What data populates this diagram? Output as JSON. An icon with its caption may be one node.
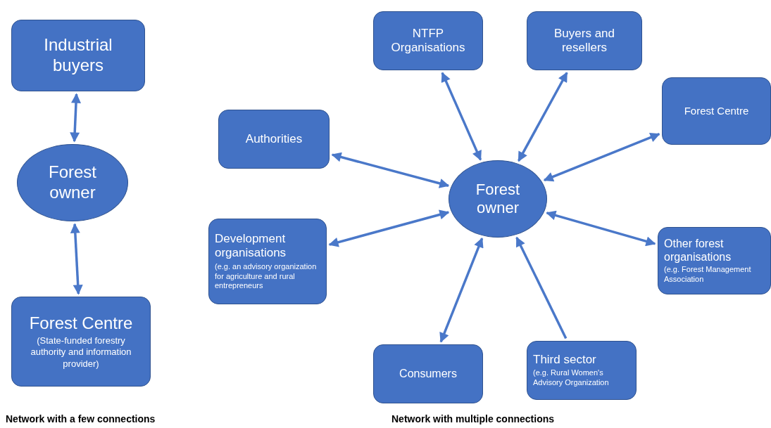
{
  "diagram": {
    "nodes": [
      {
        "text": [
          "Industrial buyers"
        ]
      },
      {
        "text": [
          "Forest owner"
        ]
      },
      {
        "text": [
          "Forest Centre",
          "(State-funded forestry authority and information provider)"
        ]
      },
      {
        "text": [
          "NTFP Organisations"
        ]
      },
      {
        "text": [
          "Buyers and resellers"
        ]
      },
      {
        "text": [
          "Authorities"
        ]
      },
      {
        "text": [
          "Forest Centre"
        ]
      },
      {
        "text": [
          "Forest owner"
        ]
      },
      {
        "text": [
          "Development organisations",
          "(e.g. an advisory organization for agriculture and rural entrepreneurs"
        ]
      },
      {
        "text": [
          "Other forest organisations",
          "(e.g. Forest Management Association"
        ]
      },
      {
        "text": [
          "Consumers"
        ]
      },
      {
        "text": [
          "Third sector",
          "(e.g. Rural Women's Advisory Organization"
        ]
      }
    ],
    "edges": [
      {
        "from": 0,
        "to": 1,
        "arrow": "both"
      },
      {
        "from": 1,
        "to": 2,
        "arrow": "both"
      },
      {
        "from": 3,
        "to": 7,
        "arrow": "both"
      },
      {
        "from": 4,
        "to": 7,
        "arrow": "both"
      },
      {
        "from": 5,
        "to": 7,
        "arrow": "both"
      },
      {
        "from": 6,
        "to": 7,
        "arrow": "both"
      },
      {
        "from": 8,
        "to": 7,
        "arrow": "both"
      },
      {
        "from": 9,
        "to": 7,
        "arrow": "both"
      },
      {
        "from": 10,
        "to": 7,
        "arrow": "both"
      },
      {
        "from": 11,
        "to": 7,
        "arrow": "to"
      }
    ],
    "labels": [
      "Network with a few connections",
      "Network with multiple connections"
    ]
  }
}
